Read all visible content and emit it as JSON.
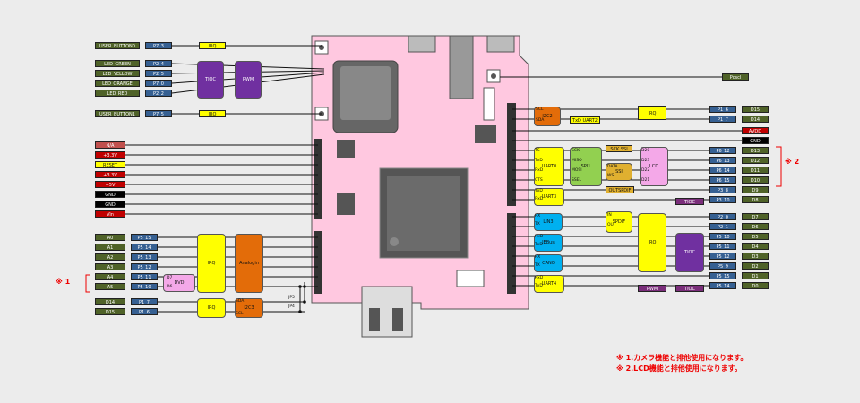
{
  "colors": {
    "dark_green": "#4f6228",
    "blue": "#366092",
    "yellow": "#ffff00",
    "purple": "#7030a0",
    "orange": "#e36c09",
    "red": "#c00000",
    "pink_board": "#ffc8e0",
    "cyan": "#00b0f0",
    "lime": "#92d050",
    "olive": "#e0b030",
    "salmon": "#c0504d",
    "black": "#000000",
    "mauve": "#7a2e7a"
  },
  "left_top": [
    {
      "name": "USER_BUTTON0",
      "pin": "P7_3",
      "irq": "IRQ"
    },
    {
      "name": "LED_GREEN",
      "pin": "P2_4"
    },
    {
      "name": "LED_YELLOW",
      "pin": "P2_5"
    },
    {
      "name": "LED_ORANGE",
      "pin": "P7_0"
    },
    {
      "name": "LED_RED",
      "pin": "P2_2"
    },
    {
      "name": "USER_BUTTON1",
      "pin": "P7_5",
      "irq": "IRQ"
    }
  ],
  "led_blocks": {
    "tioc": "TIOC",
    "pwm": "PWM"
  },
  "power": [
    "N/A",
    "+3.3V",
    "RESET",
    "+3.3V",
    "+5V",
    "GND",
    "GND",
    "Vin"
  ],
  "analog": [
    {
      "name": "A0",
      "pin": "P5_15"
    },
    {
      "name": "A1",
      "pin": "P5_14"
    },
    {
      "name": "A2",
      "pin": "P5_13"
    },
    {
      "name": "A3",
      "pin": "P5_12"
    },
    {
      "name": "A4",
      "pin": "P5_11"
    },
    {
      "name": "A5",
      "pin": "P5_10"
    }
  ],
  "analog_blocks": {
    "irq": "IRQ",
    "adc": "Analogin",
    "dvd": "DVD",
    "d7": "D7",
    "d6": "D6"
  },
  "bottom_left": [
    {
      "name": "D14",
      "pin": "P1_7"
    },
    {
      "name": "D15",
      "pin": "P1_6"
    }
  ],
  "i2c_left": {
    "irq": "IRQ",
    "sda": "SDA",
    "scl": "SCL",
    "i2c": "I2C3",
    "jp5": "JP5",
    "jp4": "JP4"
  },
  "note1_mark": "※ 1",
  "note2_mark": "※ 2",
  "right_top": [
    {
      "pin": "P1_6",
      "name": "D15"
    },
    {
      "pin": "P1_7",
      "name": "D14"
    }
  ],
  "right_power": [
    "AVDD",
    "GND"
  ],
  "right_mid": [
    {
      "pin": "P6_12",
      "name": "D13"
    },
    {
      "pin": "P6_13",
      "name": "D12"
    },
    {
      "pin": "P6_14",
      "name": "D11"
    },
    {
      "pin": "P6_15",
      "name": "D10"
    },
    {
      "pin": "P3_8",
      "name": "D9"
    },
    {
      "pin": "P3_10",
      "name": "D8"
    }
  ],
  "right_bot": [
    {
      "pin": "P2_0",
      "name": "D7"
    },
    {
      "pin": "P2_1",
      "name": "D6"
    },
    {
      "pin": "P5_10",
      "name": "D5"
    },
    {
      "pin": "P5_11",
      "name": "D4"
    },
    {
      "pin": "P5_12",
      "name": "D3"
    },
    {
      "pin": "P5_9",
      "name": "D2"
    },
    {
      "pin": "P5_15",
      "name": "D1"
    },
    {
      "pin": "P5_14",
      "name": "D0"
    }
  ],
  "right_blocks": {
    "pcscl": "Pcscl",
    "scl": "SCL",
    "sda": "SDA",
    "i2c2": "I2C2",
    "txd_uart2": "TxD  UART2",
    "irq_top": "IRQ",
    "uart0": [
      "TS",
      "TxD",
      "RxD",
      "CTS"
    ],
    "uart0_label": "UART0",
    "spi": [
      "SCK",
      "MISO",
      "MOSI",
      "SSEL"
    ],
    "spi_label": "SPI1",
    "ssi": [
      "SCK",
      "DATA",
      "WS"
    ],
    "ssi_label": "SSI",
    "outspdif": "OUTSPDIF",
    "lcd": [
      "D20",
      "D23",
      "D22",
      "D21"
    ],
    "lcd_label": "LCD",
    "uart3": [
      "TxD",
      "RxD"
    ],
    "uart3_label": "UART3",
    "tioc_d8": "TIOC",
    "lin": [
      "RX",
      "TX"
    ],
    "lin_label": "LIN3",
    "iebus": [
      "RxD",
      "TxD"
    ],
    "iebus_label": "IEBus",
    "can": [
      "RX",
      "TX"
    ],
    "can_label": "CAN0",
    "uart4": [
      "RxD",
      "TxD"
    ],
    "uart4_label": "UART4",
    "spdif": [
      "IN",
      "OUT"
    ],
    "spdif_label": "SPDIF",
    "irq_bot": "IRQ",
    "tioc_bot": "TIOC",
    "pwm_bot": "PWM",
    "tioc_bot2": "TIOC"
  },
  "notes": [
    "※ 1.カメラ機能と排他使用になります。",
    "※ 2.LCD機能と排他使用になります。"
  ]
}
